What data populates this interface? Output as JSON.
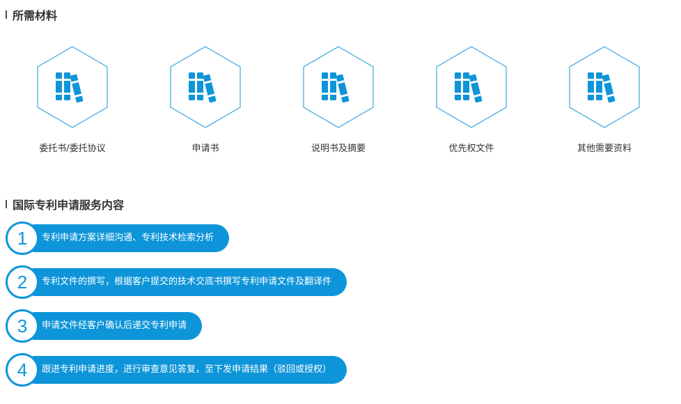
{
  "materials_section": {
    "title": "所需材料",
    "items": [
      {
        "label": "委托书/委托协议",
        "icon": "books-icon"
      },
      {
        "label": "申请书",
        "icon": "books-icon"
      },
      {
        "label": "说明书及摘要",
        "icon": "books-icon"
      },
      {
        "label": "优先权文件",
        "icon": "books-icon"
      },
      {
        "label": "其他需要资料",
        "icon": "books-icon"
      }
    ]
  },
  "services_section": {
    "title": "国际专利申请服务内容",
    "steps": [
      {
        "number": "1",
        "text": "专利申请方案详细沟通、专利技术检索分析"
      },
      {
        "number": "2",
        "text": "专利文件的撰写，根据客户提交的技术交底书撰写专利申请文件及翻译件"
      },
      {
        "number": "3",
        "text": "申请文件经客户确认后递交专利申请"
      },
      {
        "number": "4",
        "text": "跟进专利申请进度，进行审查意见答复，至下发申请结果（驳回或授权）"
      }
    ]
  },
  "colors": {
    "accent": "#0e95d9",
    "hex_border": "#3aa7df",
    "text": "#333333"
  }
}
